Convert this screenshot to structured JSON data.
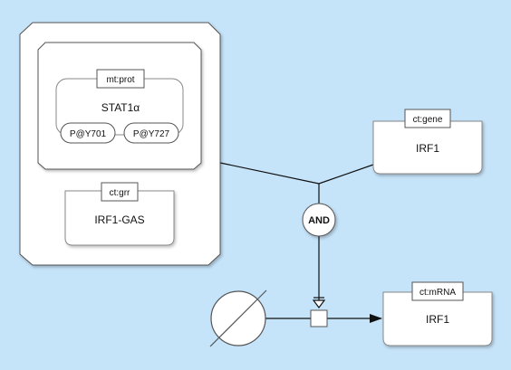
{
  "complex": {
    "dimer": {
      "uoi": "mt:prot",
      "label": "STAT1α",
      "state_vars": [
        "P@Y701",
        "P@Y727"
      ]
    },
    "gene_region": {
      "uoi": "ct:grr",
      "label": "IRF1-GAS"
    }
  },
  "gene": {
    "uoi": "ct:gene",
    "label": "IRF1"
  },
  "logic_operator": {
    "label": "AND"
  },
  "mrna": {
    "uoi": "ct:mRNA",
    "label": "IRF1"
  },
  "source_sink": {
    "label": ""
  },
  "colors": {
    "background": "#c5e3f9",
    "node_fill": "#ffffff",
    "stroke": "#555555"
  }
}
